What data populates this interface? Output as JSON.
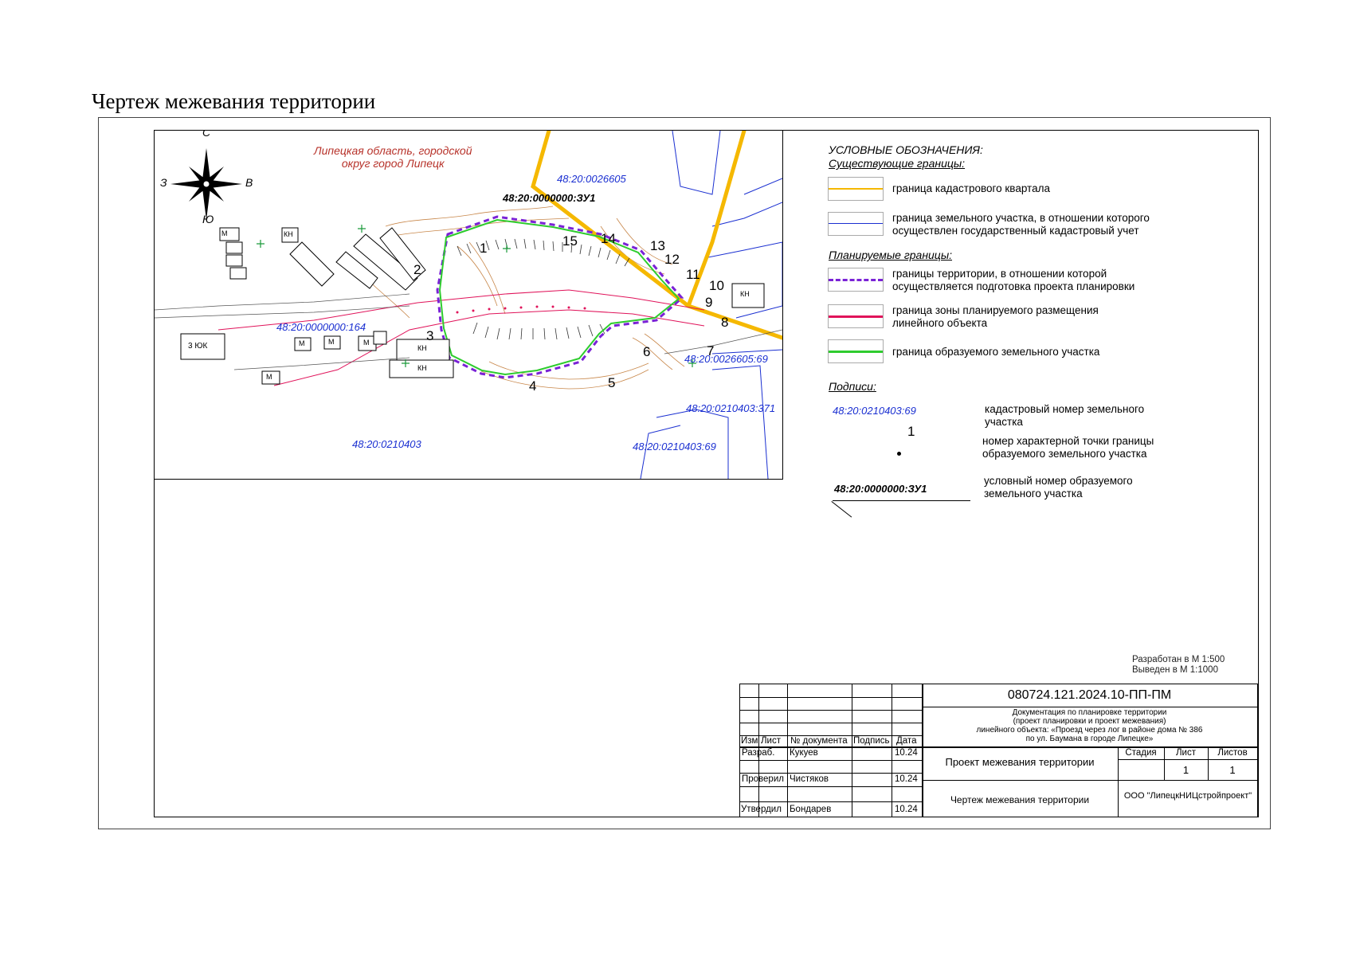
{
  "page_title": "Чертеж межевания территории",
  "map": {
    "region_label_line1": "Липецкая область, городской",
    "region_label_line2": "округ город Липецк",
    "compass": {
      "north": "С",
      "south": "Ю",
      "west": "З",
      "east": "В"
    },
    "cadastral_labels": [
      {
        "id": "q26605",
        "text": "48:20:0026605"
      },
      {
        "id": "q0164",
        "text": "48:20:0000000:164"
      },
      {
        "id": "q0210403",
        "text": "48:20:0210403"
      },
      {
        "id": "p371",
        "text": "48:20:0210403:371"
      },
      {
        "id": "p69",
        "text": "48:20:0210403:69"
      },
      {
        "id": "p26605_69",
        "text": "48:20:0026605:69"
      }
    ],
    "new_parcel_label": "48:20:0000000:ЗУ1",
    "points": [
      "1",
      "2",
      "3",
      "4",
      "5",
      "6",
      "7",
      "8",
      "9",
      "10",
      "11",
      "12",
      "13",
      "14",
      "15"
    ],
    "building_labels": [
      "М",
      "КН",
      "3 ЮК",
      "КН",
      "КН",
      "М",
      "М",
      "М",
      "М",
      "КН"
    ]
  },
  "legend": {
    "title": "УСЛОВНЫЕ ОБОЗНАЧЕНИЯ:",
    "existing_header": "Существующие границы:",
    "existing": [
      {
        "color": "#f5b800",
        "text1": "граница  кадастрового квартала",
        "text2": ""
      },
      {
        "color": "#1a2fd1",
        "text1": "граница земельного участка, в отношении которого",
        "text2": "осуществлен государственный  кадастровый учет"
      }
    ],
    "planned_header": "Планируемые границы:",
    "planned": [
      {
        "color": "#7a22d6",
        "dash": true,
        "text1": "границы территории, в отношении которой",
        "text2": "осуществляется подготовка проекта планировки"
      },
      {
        "color": "#e0135a",
        "dash": false,
        "text1": "граница зоны планируемого размещения",
        "text2": "линейного объекта"
      },
      {
        "color": "#2ecc2e",
        "dash": false,
        "text1": "граница образуемого земельного участка",
        "text2": ""
      }
    ],
    "captions_header": "Подписи:",
    "caption_cadnum_example": "48:20:0210403:69",
    "caption_cadnum_text1": "кадастровый номер земельного",
    "caption_cadnum_text2": "участка",
    "caption_point_example": "1",
    "caption_point_text1": "номер характерной точки границы",
    "caption_point_text2": "образуемого земельного участка",
    "caption_zu_example": "48:20:0000000:ЗУ1",
    "caption_zu_text1": "условный номер образуемого",
    "caption_zu_text2": "земельного участка"
  },
  "scale": {
    "line1": "Разработан в М 1:500",
    "line2": "Выведен в М 1:1000"
  },
  "stamp": {
    "code": "080724.121.2024.10-ПП-ПМ",
    "doc_line1": "Документация по планировке территории",
    "doc_line2": "(проект планировки и проект межевания)",
    "doc_line3": "линейного объекта: «Проезд через лог в районе дома № 386",
    "doc_line4": "по ул. Баумана в городе Липецке»",
    "headers": {
      "izm": "Изм",
      "list": "Лист",
      "doc": "№ документа",
      "sign": "Подпись",
      "date": "Дата"
    },
    "rows": [
      {
        "role": "Разраб.",
        "name": "Кукуев",
        "date": "10.24"
      },
      {
        "role": "Проверил",
        "name": "Чистяков",
        "date": "10.24"
      },
      {
        "role": "Утвердил",
        "name": "Бондарев",
        "date": "10.24"
      }
    ],
    "project_name": "Проект межевания территории",
    "sheet_name": "Чертеж межевания территории",
    "stage_header": "Стадия",
    "list_header": "Лист",
    "lists_header": "Листов",
    "list_value": "1",
    "lists_value": "1",
    "org": "ООО \"ЛипецкНИЦстройпроект\""
  },
  "colors": {
    "quarter": "#f5b800",
    "parcel": "#1a2fd1",
    "territory": "#7a22d6",
    "linear": "#e0135a",
    "new_parcel": "#2ecc2e"
  }
}
